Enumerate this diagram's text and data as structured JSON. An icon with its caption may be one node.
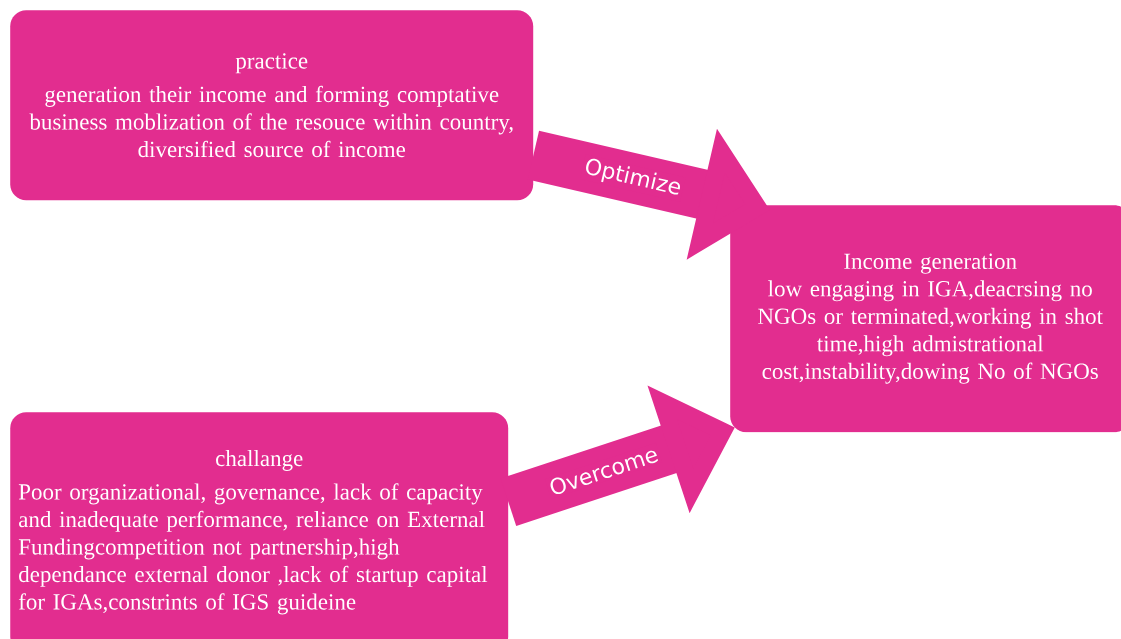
{
  "diagram": {
    "nodes": [
      {
        "text": [
          "practice",
          "generation their income and forming comptative business  moblization of the resouce within country, diversified source of income"
        ]
      },
      {
        "text": [
          "challange",
          "Poor organizational, governance, lack of capacity and inadequate performance, reliance on External Fundingcompetition not partnership,high dependance external donor ,lack of startup capital for IGAs,constrints of IGS guideine"
        ]
      },
      {
        "text": [
          "Income generation",
          "low engaging in IGA,deacrsing no NGOs or terminated,working in shot time,high admistrational cost,instability,dowing No of NGOs"
        ]
      }
    ],
    "edges": [
      {
        "from": 0,
        "to": 2,
        "arrow": "to",
        "label": "Optimize"
      },
      {
        "from": 1,
        "to": 2,
        "arrow": "to",
        "label": "Overcome"
      }
    ]
  }
}
